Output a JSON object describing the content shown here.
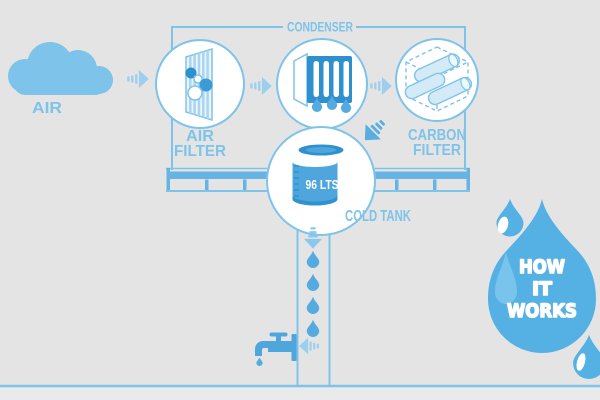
{
  "colors": {
    "background": "#e4e4e5",
    "primary": "#7ec3e9",
    "light_arrow": "#9ccfee",
    "medium_blue": "#55abdf",
    "water_blue": "#4fa6dc",
    "dark_blue": "#2e90cf",
    "railing_fill": "#66b4e4",
    "drop_blue": "#55b0e4",
    "panel_light": "#eaf4fb",
    "rod_light": "#d4eaf7",
    "white": "#ffffff"
  },
  "cloud": {
    "label": "AIR"
  },
  "condenser": {
    "label": "CONDENSER"
  },
  "air_filter": {
    "label": [
      "AIR",
      "FILTER"
    ]
  },
  "carbon_filter": {
    "label": [
      "CARBON",
      "FILTER"
    ]
  },
  "cold_tank": {
    "label": "COLD TANK",
    "capacity": "96 LTS"
  },
  "badge": {
    "lines": [
      "HOW",
      "IT",
      "WORKS"
    ]
  },
  "icons": {
    "cloud": "cloud-icon",
    "flow_arrow": "dashed-arrow-icon",
    "air_filter": "striped-filter-panel-icon",
    "condenser_unit": "coil-radiator-icon",
    "carbon_filter": "carbon-rods-cube-icon",
    "cold_tank": "water-cylinder-icon",
    "water_drop": "drop-icon",
    "faucet": "tap-icon"
  }
}
